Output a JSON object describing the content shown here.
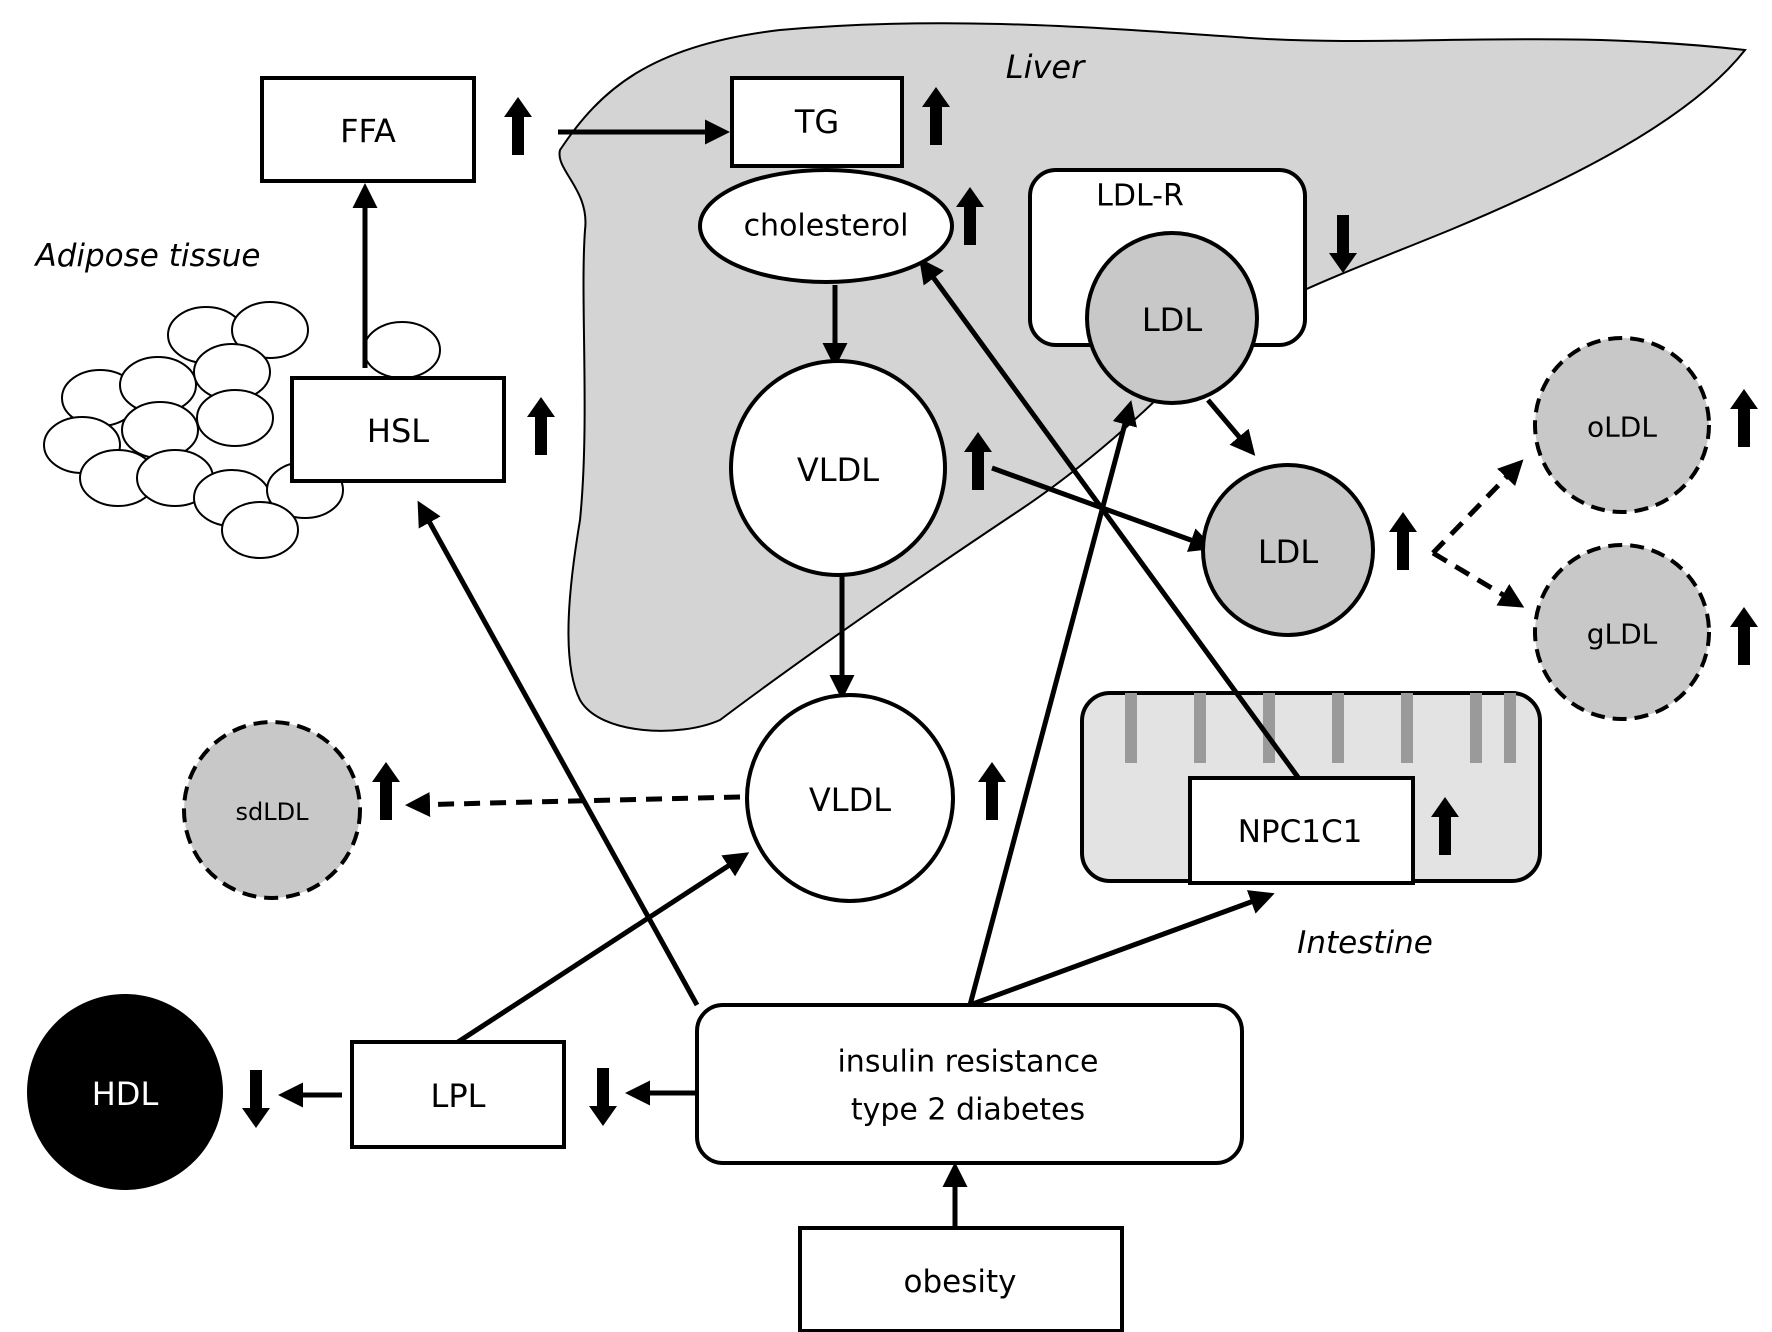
{
  "regions": {
    "liver": "Liver",
    "adipose": "Adipose tissue",
    "intestine": "Intestine"
  },
  "nodes": {
    "ffa": "FFA",
    "tg": "TG",
    "cholesterol": "cholesterol",
    "ldlr": "LDL-R",
    "ldl_receptor_bound": "LDL",
    "hsl": "HSL",
    "vldl_liver": "VLDL",
    "vldl_blood": "VLDL",
    "ldl_blood": "LDL",
    "oldl": "oLDL",
    "gldl": "gLDL",
    "sdldl": "sdLDL",
    "npc1c1": "NPC1C1",
    "hdl": "HDL",
    "lpl": "LPL",
    "insulin_line1": "insulin resistance",
    "insulin_line2": "type 2 diabetes",
    "obesity": "obesity"
  },
  "trends": {
    "ffa": "up",
    "tg": "up",
    "cholesterol": "up",
    "ldlr": "down",
    "hsl": "up",
    "vldl_liver": "up",
    "vldl_blood": "up",
    "ldl_blood": "up",
    "oldl": "up",
    "gldl": "up",
    "sdldl": "up",
    "npc1c1": "up",
    "hdl": "down",
    "lpl": "down"
  },
  "colors": {
    "liver_fill": "#d4d4d4",
    "particle_grey": "#c8c8c8",
    "intestine_fill": "#e3e3e3",
    "villi": "#9a9a9a",
    "hdl_fill": "#000000"
  }
}
